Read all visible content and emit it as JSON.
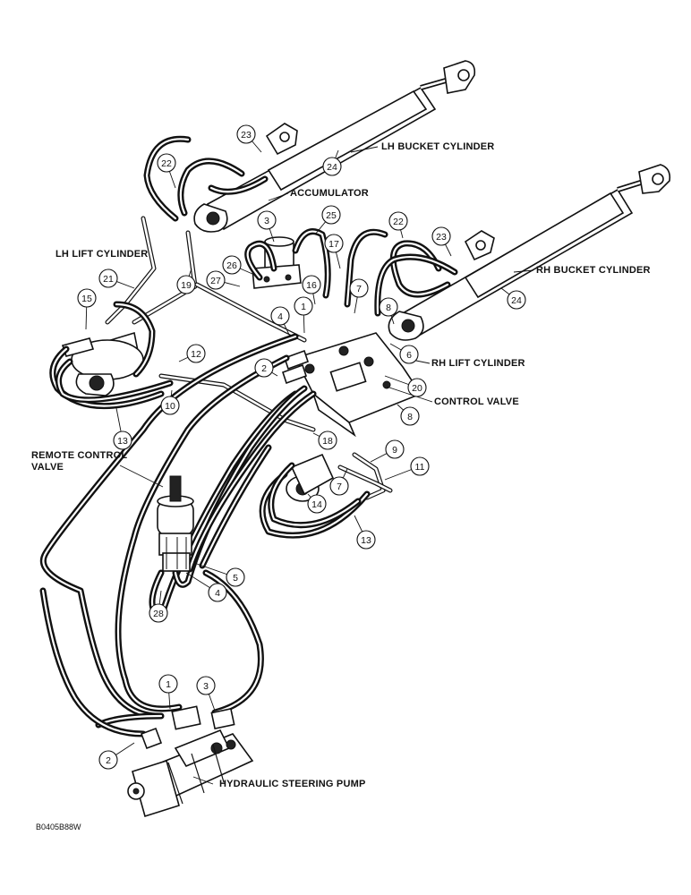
{
  "labels": {
    "lh_bucket_cylinder": "LH BUCKET CYLINDER",
    "accumulator": "ACCUMULATOR",
    "lh_lift_cylinder": "LH LIFT CYLINDER",
    "rh_bucket_cylinder": "RH BUCKET CYLINDER",
    "rh_lift_cylinder": "RH LIFT CYLINDER",
    "control_valve": "CONTROL VALVE",
    "remote_control_valve_line1": "REMOTE CONTROL",
    "remote_control_valve_line2": "VALVE",
    "hydraulic_steering_pump": "HYDRAULIC STEERING PUMP"
  },
  "callouts": [
    {
      "id": "c23a",
      "text": "23"
    },
    {
      "id": "c22a",
      "text": "22"
    },
    {
      "id": "c24a",
      "text": "24"
    },
    {
      "id": "c3a",
      "text": "3"
    },
    {
      "id": "c25",
      "text": "25"
    },
    {
      "id": "c22b",
      "text": "22"
    },
    {
      "id": "c23b",
      "text": "23"
    },
    {
      "id": "c17",
      "text": "17"
    },
    {
      "id": "c21",
      "text": "21"
    },
    {
      "id": "c26",
      "text": "26"
    },
    {
      "id": "c19",
      "text": "19"
    },
    {
      "id": "c27",
      "text": "27"
    },
    {
      "id": "c16",
      "text": "16"
    },
    {
      "id": "c7a",
      "text": "7"
    },
    {
      "id": "c24b",
      "text": "24"
    },
    {
      "id": "c15",
      "text": "15"
    },
    {
      "id": "c1a",
      "text": "1"
    },
    {
      "id": "c4a",
      "text": "4"
    },
    {
      "id": "c8a",
      "text": "8"
    },
    {
      "id": "c6",
      "text": "6"
    },
    {
      "id": "c12",
      "text": "12"
    },
    {
      "id": "c2a",
      "text": "2"
    },
    {
      "id": "c20",
      "text": "20"
    },
    {
      "id": "c10",
      "text": "10"
    },
    {
      "id": "c8b",
      "text": "8"
    },
    {
      "id": "c13a",
      "text": "13"
    },
    {
      "id": "c18",
      "text": "18"
    },
    {
      "id": "c9",
      "text": "9"
    },
    {
      "id": "c11",
      "text": "11"
    },
    {
      "id": "c7b",
      "text": "7"
    },
    {
      "id": "c14",
      "text": "14"
    },
    {
      "id": "c13b",
      "text": "13"
    },
    {
      "id": "c5",
      "text": "5"
    },
    {
      "id": "c4b",
      "text": "4"
    },
    {
      "id": "c28",
      "text": "28"
    },
    {
      "id": "c1b",
      "text": "1"
    },
    {
      "id": "c3b",
      "text": "3"
    },
    {
      "id": "c2b",
      "text": "2"
    }
  ],
  "figure_code": "B0405B88W"
}
